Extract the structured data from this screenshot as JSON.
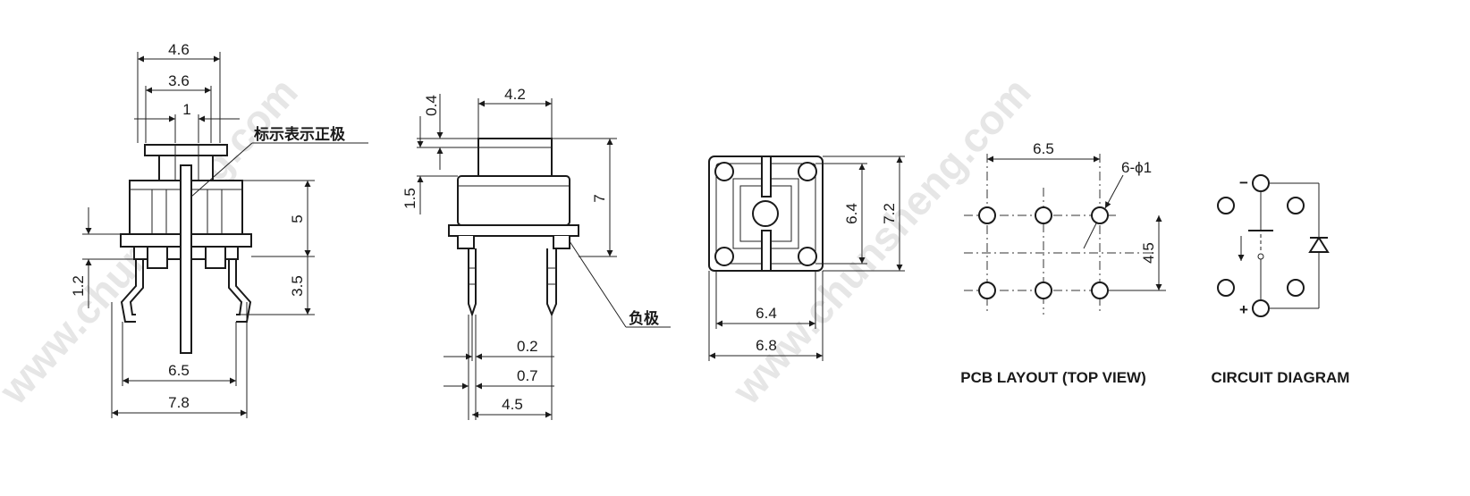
{
  "watermark": "www.chunsheng.com",
  "side_view": {
    "width_top": "4.6",
    "width_inner": "3.6",
    "width_center": "1",
    "led_mark_label": "标示表示正极",
    "height_body": "5",
    "height_pin": "3.5",
    "height_base": "1.2",
    "pin_span": "6.5",
    "total_width": "7.8"
  },
  "front_view": {
    "top_width": "4.2",
    "cap_height": "0.4",
    "shoulder_height": "1.5",
    "total_height": "7",
    "negative_label": "负极",
    "pin_thickness": "0.2",
    "pin_width": "0.7",
    "pin_pitch": "4.5"
  },
  "top_view": {
    "inner_height": "6.4",
    "outer_height": "7.2",
    "inner_width": "6.4",
    "outer_width": "6.8"
  },
  "pcb_layout": {
    "pitch_x": "6.5",
    "hole_label": "6-ϕ1",
    "pitch_y": "4.5",
    "caption": "PCB LAYOUT (TOP VIEW)"
  },
  "circuit": {
    "minus": "−",
    "plus": "+",
    "caption": "CIRCUIT DIAGRAM"
  }
}
